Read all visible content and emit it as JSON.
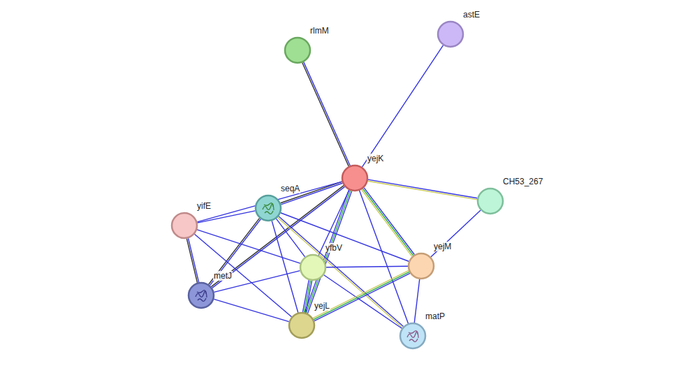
{
  "diagram": {
    "nodes": [
      {
        "text": [
          "rlmM"
        ]
      },
      {
        "text": [
          "astE"
        ]
      },
      {
        "text": [
          "yejK"
        ]
      },
      {
        "text": [
          "CH53_267"
        ]
      },
      {
        "text": [
          "seqA"
        ]
      },
      {
        "text": [
          "yifE"
        ]
      },
      {
        "text": [
          "yfbV"
        ]
      },
      {
        "text": [
          "yejM"
        ]
      },
      {
        "text": [
          "metJ"
        ]
      },
      {
        "text": [
          "yejL"
        ]
      },
      {
        "text": [
          "matP"
        ]
      }
    ],
    "edges": [
      {
        "from": 0,
        "to": 2,
        "arrow": "none"
      },
      {
        "from": 1,
        "to": 2,
        "arrow": "none"
      },
      {
        "from": 2,
        "to": 3,
        "arrow": "none"
      },
      {
        "from": 2,
        "to": 4,
        "arrow": "none"
      },
      {
        "from": 2,
        "to": 5,
        "arrow": "none"
      },
      {
        "from": 2,
        "to": 8,
        "arrow": "none"
      },
      {
        "from": 2,
        "to": 6,
        "arrow": "none"
      },
      {
        "from": 2,
        "to": 9,
        "arrow": "none"
      },
      {
        "from": 2,
        "to": 7,
        "arrow": "none"
      },
      {
        "from": 2,
        "to": 10,
        "arrow": "none"
      },
      {
        "from": 3,
        "to": 7,
        "arrow": "none"
      },
      {
        "from": 4,
        "to": 5,
        "arrow": "none"
      },
      {
        "from": 4,
        "to": 8,
        "arrow": "none"
      },
      {
        "from": 4,
        "to": 6,
        "arrow": "none"
      },
      {
        "from": 4,
        "to": 9,
        "arrow": "none"
      },
      {
        "from": 4,
        "to": 7,
        "arrow": "none"
      },
      {
        "from": 4,
        "to": 10,
        "arrow": "none"
      },
      {
        "from": 5,
        "to": 8,
        "arrow": "none"
      },
      {
        "from": 5,
        "to": 6,
        "arrow": "none"
      },
      {
        "from": 5,
        "to": 9,
        "arrow": "none"
      },
      {
        "from": 8,
        "to": 6,
        "arrow": "none"
      },
      {
        "from": 8,
        "to": 9,
        "arrow": "none"
      },
      {
        "from": 6,
        "to": 7,
        "arrow": "none"
      },
      {
        "from": 6,
        "to": 9,
        "arrow": "none"
      },
      {
        "from": 6,
        "to": 10,
        "arrow": "none"
      },
      {
        "from": 7,
        "to": 9,
        "arrow": "none"
      },
      {
        "from": 7,
        "to": 10,
        "arrow": "none"
      }
    ]
  }
}
